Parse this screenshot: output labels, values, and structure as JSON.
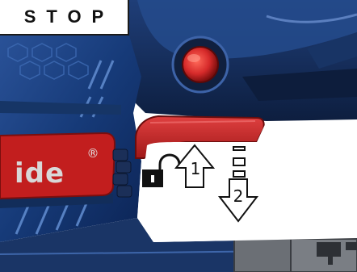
{
  "header": {
    "stop_label": "STOP"
  },
  "tool": {
    "brand_text": "ide",
    "registered_mark": "®",
    "body_color": "#1c3d7a",
    "accent_color": "#cf2323",
    "button_color": "#d62a2a"
  },
  "steps": [
    {
      "label": "1",
      "direction": "up",
      "icon": "arrow-up-outline-icon"
    },
    {
      "label": "2",
      "direction": "down",
      "icon": "arrow-down-outline-icon"
    }
  ],
  "icons": {
    "unlock": "unlock-padlock-icon",
    "lock": "locked-padlock-icon",
    "slide_marks": "slide-position-marks-icon"
  }
}
